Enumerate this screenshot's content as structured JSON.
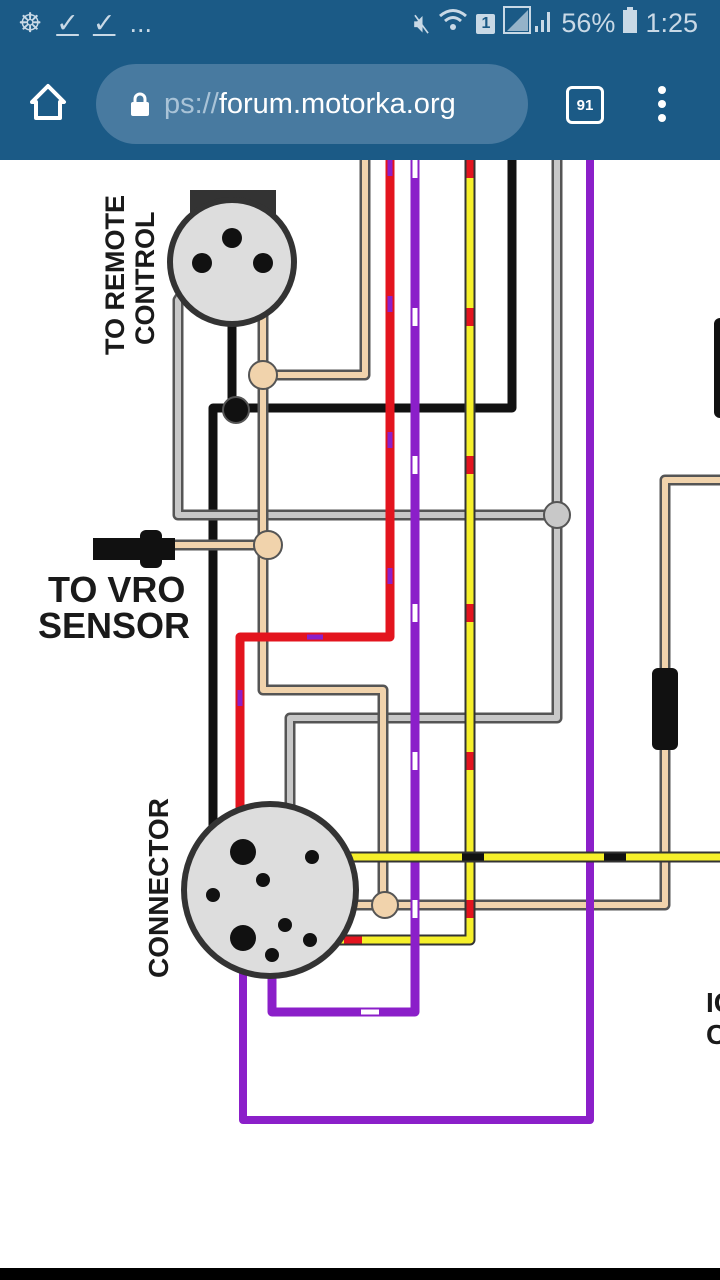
{
  "status_bar": {
    "left_icons": [
      "octopus-icon",
      "check-icon",
      "check-icon"
    ],
    "overflow": "...",
    "battery_percent": "56%",
    "time": "1:25",
    "sim_slot": "1"
  },
  "browser": {
    "url_scheme": "ps://",
    "url_host": "forum.motorka.org",
    "tab_count": "91"
  },
  "diagram": {
    "label_remote_1": "TO REMOTE",
    "label_remote_2": "CONTROL",
    "label_vro_1": "TO VRO",
    "label_vro_2": "SENSOR",
    "label_connector": "CONNECTOR",
    "label_partial_1": "IG",
    "label_partial_2": "C"
  }
}
